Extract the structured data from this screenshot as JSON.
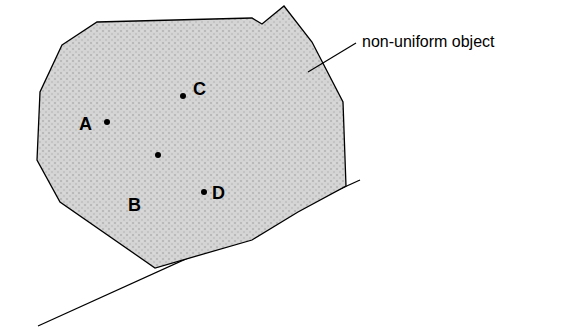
{
  "diagram": {
    "labels": [
      "non-uniform object",
      "A",
      "B",
      "C",
      "D"
    ]
  }
}
